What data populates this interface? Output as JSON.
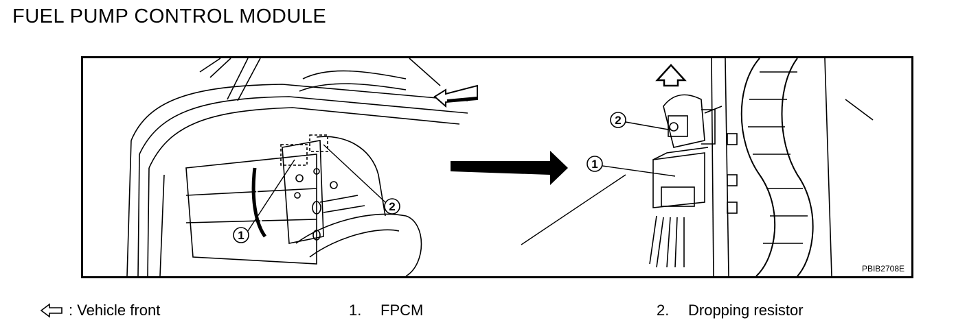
{
  "title": "FUEL PUMP CONTROL MODULE",
  "figure": {
    "code": "PBIB2708E",
    "callouts": [
      "1",
      "2"
    ]
  },
  "legend": {
    "front_label": ": Vehicle front",
    "items": [
      {
        "num": "1.",
        "label": "FPCM"
      },
      {
        "num": "2.",
        "label": "Dropping resistor"
      }
    ]
  },
  "icons": [
    "front-arrow-icon",
    "transition-arrow-icon"
  ]
}
